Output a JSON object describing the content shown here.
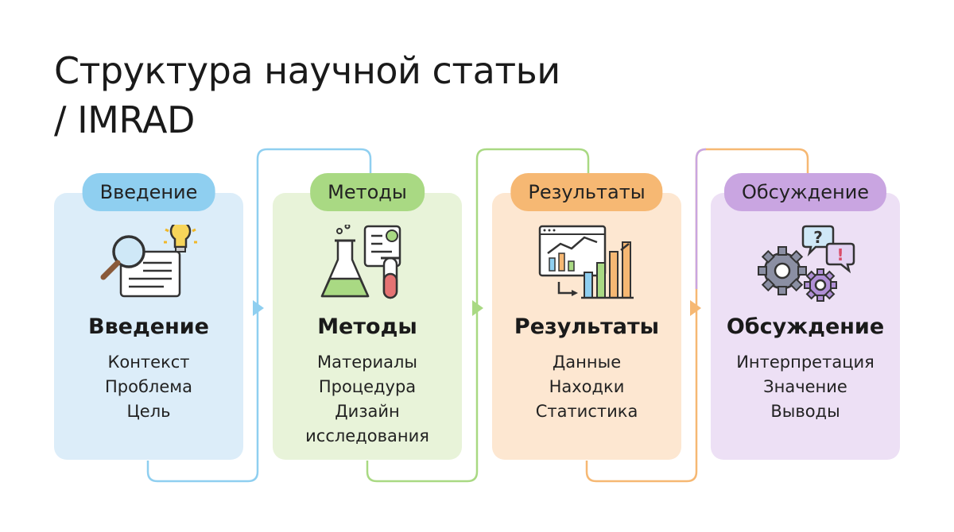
{
  "title": {
    "line1": "Структура научной статьи",
    "line2": "/ IMRAD"
  },
  "sections": [
    {
      "label": "Введение",
      "heading": "Введение",
      "items": [
        "Контекст",
        "Проблема",
        "Цель"
      ],
      "icon": "magnifier-document-lightbulb-icon",
      "accent": "#8fcff0"
    },
    {
      "label": "Методы",
      "heading": "Методы",
      "items": [
        "Материалы",
        "Процедура",
        "Дизайн",
        "исследования"
      ],
      "icon": "flask-test-tube-chart-icon",
      "accent": "#a9d983"
    },
    {
      "label": "Результаты",
      "heading": "Результаты",
      "items": [
        "Данные",
        "Находки",
        "Статистика"
      ],
      "icon": "bar-chart-line-graph-icon",
      "accent": "#f6b873"
    },
    {
      "label": "Обсуждение",
      "heading": "Обсуждение",
      "items": [
        "Интерпретация",
        "Значение",
        "Выводы"
      ],
      "icon": "gears-speech-bubbles-icon",
      "accent": "#c9a5e1"
    }
  ]
}
